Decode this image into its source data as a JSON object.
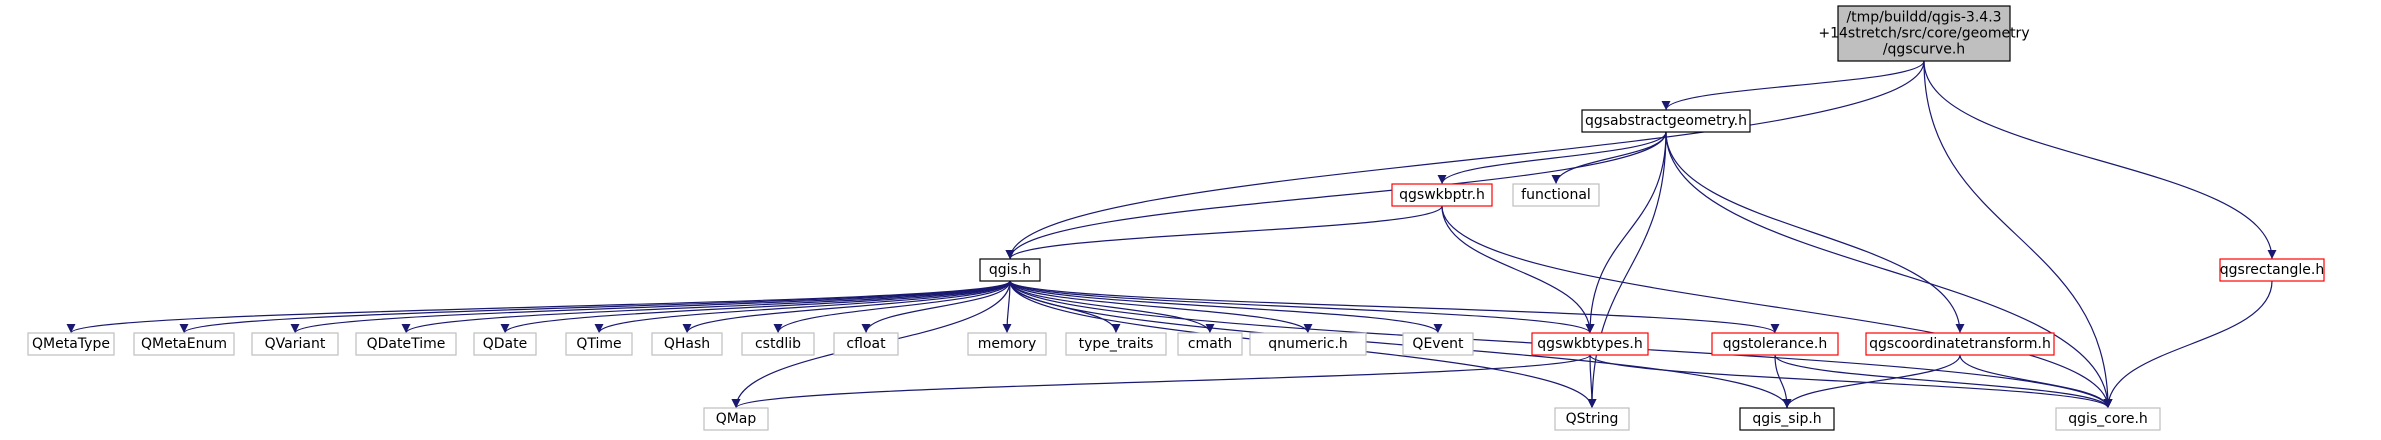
{
  "colors": {
    "edge": "#191970",
    "border_default": "#000000",
    "border_system": "#bfbfbf",
    "border_missing": "#ff0000",
    "root_fill": "#bfbfbf",
    "node_fill": "#ffffff"
  },
  "nodes": {
    "root": {
      "lines": [
        "/tmp/buildd/qgis-3.4.3",
        "+14stretch/src/core/geometry",
        "/qgscurve.h"
      ],
      "kind": "root"
    },
    "qgsabstractgeometry": {
      "lines": [
        "qgsabstractgeometry.h"
      ],
      "kind": "default"
    },
    "qgsrectangle": {
      "lines": [
        "qgsrectangle.h"
      ],
      "kind": "missing"
    },
    "qgswkbptr": {
      "lines": [
        "qgswkbptr.h"
      ],
      "kind": "missing"
    },
    "functional": {
      "lines": [
        "functional"
      ],
      "kind": "system"
    },
    "qgis": {
      "lines": [
        "qgis.h"
      ],
      "kind": "default"
    },
    "QMetaType": {
      "lines": [
        "QMetaType"
      ],
      "kind": "system"
    },
    "QMetaEnum": {
      "lines": [
        "QMetaEnum"
      ],
      "kind": "system"
    },
    "QVariant": {
      "lines": [
        "QVariant"
      ],
      "kind": "system"
    },
    "QDateTime": {
      "lines": [
        "QDateTime"
      ],
      "kind": "system"
    },
    "QDate": {
      "lines": [
        "QDate"
      ],
      "kind": "system"
    },
    "QTime": {
      "lines": [
        "QTime"
      ],
      "kind": "system"
    },
    "QHash": {
      "lines": [
        "QHash"
      ],
      "kind": "system"
    },
    "cstdlib": {
      "lines": [
        "cstdlib"
      ],
      "kind": "system"
    },
    "cfloat": {
      "lines": [
        "cfloat"
      ],
      "kind": "system"
    },
    "memory": {
      "lines": [
        "memory"
      ],
      "kind": "system"
    },
    "type_traits": {
      "lines": [
        "type_traits"
      ],
      "kind": "system"
    },
    "cmath": {
      "lines": [
        "cmath"
      ],
      "kind": "system"
    },
    "qnumeric": {
      "lines": [
        "qnumeric.h"
      ],
      "kind": "system"
    },
    "QEvent": {
      "lines": [
        "QEvent"
      ],
      "kind": "system"
    },
    "qgswkbtypes": {
      "lines": [
        "qgswkbtypes.h"
      ],
      "kind": "missing"
    },
    "qgstolerance": {
      "lines": [
        "qgstolerance.h"
      ],
      "kind": "missing"
    },
    "qgscoordinatetransform": {
      "lines": [
        "qgscoordinatetransform.h"
      ],
      "kind": "missing"
    },
    "QMap": {
      "lines": [
        "QMap"
      ],
      "kind": "system"
    },
    "QString": {
      "lines": [
        "QString"
      ],
      "kind": "system"
    },
    "qgis_sip": {
      "lines": [
        "qgis_sip.h"
      ],
      "kind": "default"
    },
    "qgis_core": {
      "lines": [
        "qgis_core.h"
      ],
      "kind": "system"
    }
  },
  "edges": [
    [
      "root",
      "qgsabstractgeometry"
    ],
    [
      "root",
      "qgis"
    ],
    [
      "root",
      "qgsrectangle"
    ],
    [
      "root",
      "qgis_core"
    ],
    [
      "qgsabstractgeometry",
      "qgis"
    ],
    [
      "qgsabstractgeometry",
      "qgswkbptr"
    ],
    [
      "qgsabstractgeometry",
      "functional"
    ],
    [
      "qgsabstractgeometry",
      "qgswkbtypes"
    ],
    [
      "qgsabstractgeometry",
      "QString"
    ],
    [
      "qgsabstractgeometry",
      "qgscoordinatetransform"
    ],
    [
      "qgsabstractgeometry",
      "qgis_core"
    ],
    [
      "qgswkbptr",
      "qgis"
    ],
    [
      "qgswkbptr",
      "qgswkbtypes"
    ],
    [
      "qgswkbptr",
      "qgis_core"
    ],
    [
      "qgsrectangle",
      "qgis_core"
    ],
    [
      "qgis",
      "QMetaType"
    ],
    [
      "qgis",
      "QMetaEnum"
    ],
    [
      "qgis",
      "QVariant"
    ],
    [
      "qgis",
      "QDateTime"
    ],
    [
      "qgis",
      "QDate"
    ],
    [
      "qgis",
      "QTime"
    ],
    [
      "qgis",
      "QHash"
    ],
    [
      "qgis",
      "cstdlib"
    ],
    [
      "qgis",
      "cfloat"
    ],
    [
      "qgis",
      "memory"
    ],
    [
      "qgis",
      "type_traits"
    ],
    [
      "qgis",
      "cmath"
    ],
    [
      "qgis",
      "qnumeric"
    ],
    [
      "qgis",
      "QEvent"
    ],
    [
      "qgis",
      "qgswkbtypes"
    ],
    [
      "qgis",
      "qgstolerance"
    ],
    [
      "qgis",
      "QMap"
    ],
    [
      "qgis",
      "QString"
    ],
    [
      "qgis",
      "qgis_sip"
    ],
    [
      "qgis",
      "qgis_core"
    ],
    [
      "qgswkbtypes",
      "QMap"
    ],
    [
      "qgswkbtypes",
      "QString"
    ],
    [
      "qgswkbtypes",
      "qgis_core"
    ],
    [
      "qgstolerance",
      "qgis_sip"
    ],
    [
      "qgstolerance",
      "qgis_core"
    ],
    [
      "qgscoordinatetransform",
      "qgis_sip"
    ],
    [
      "qgscoordinatetransform",
      "qgis_core"
    ]
  ]
}
